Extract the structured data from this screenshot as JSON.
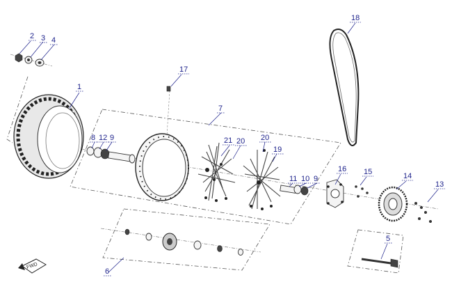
{
  "diagram": {
    "callouts": {
      "c1": "1",
      "c2": "2",
      "c3": "3",
      "c4": "4",
      "c5": "5",
      "c6": "6",
      "c7": "7",
      "c8": "8",
      "c9a": "9",
      "c9b": "9",
      "c10": "10",
      "c11": "11",
      "c12": "12",
      "c13": "13",
      "c14": "14",
      "c15": "15",
      "c16": "16",
      "c17": "17",
      "c18": "18",
      "c19": "19",
      "c20a": "20",
      "c20b": "20",
      "c21": "21"
    },
    "fwd_label": "FWD"
  }
}
